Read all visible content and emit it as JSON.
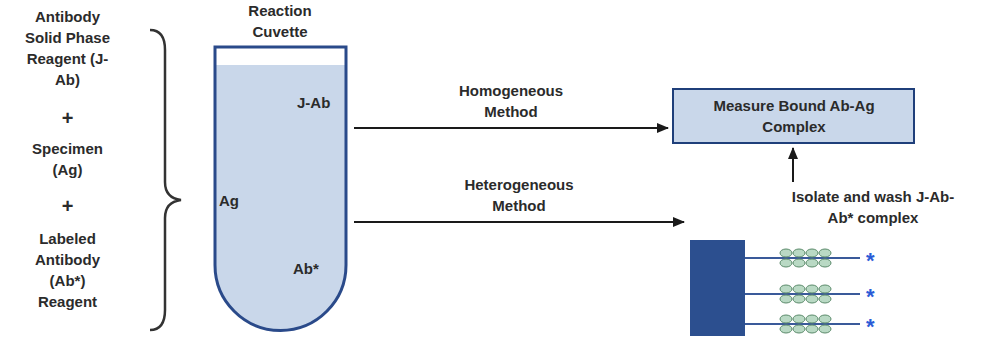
{
  "diagram": {
    "nodes": [
      {
        "text": [
          "Reaction Cuvette",
          "J-Ab",
          "Ag",
          "Ab*"
        ]
      },
      {
        "text": [
          "Measure Bound Ab-Ag Complex"
        ]
      },
      {
        "text": [
          "Isolate and wash J-Ab-Ab* complex",
          "*",
          "*",
          "*"
        ]
      }
    ],
    "edges": [
      {
        "from": 0,
        "to": 1,
        "label": "Homogeneous Method",
        "arrow": "to"
      },
      {
        "from": 0,
        "to": 2,
        "label": "Heterogeneous Method",
        "arrow": "to"
      },
      {
        "from": 2,
        "to": 1,
        "arrow": "to"
      }
    ],
    "labels": [
      "Antibody Solid Phase Reagent (J-Ab)",
      "+",
      "Specimen (Ag)",
      "+",
      "Labeled Antibody (Ab*) Reagent"
    ]
  }
}
